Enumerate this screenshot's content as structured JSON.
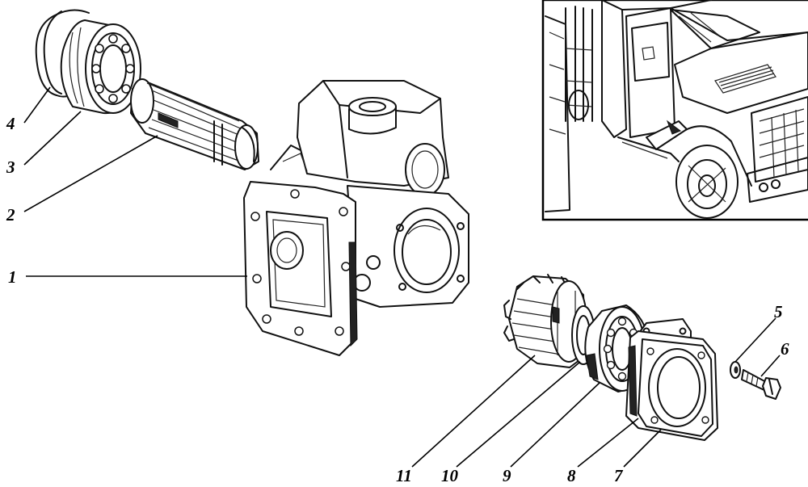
{
  "callouts": [
    {
      "id": "1",
      "text": "1",
      "part": "housing"
    },
    {
      "id": "2",
      "text": "2",
      "part": "splined-shaft"
    },
    {
      "id": "3",
      "text": "3",
      "part": "bearing-left"
    },
    {
      "id": "4",
      "text": "4",
      "part": "snap-ring"
    },
    {
      "id": "5",
      "text": "5",
      "part": "lock-washer"
    },
    {
      "id": "6",
      "text": "6",
      "part": "bolt"
    },
    {
      "id": "7",
      "text": "7",
      "part": "cover-flange"
    },
    {
      "id": "8",
      "text": "8",
      "part": "gasket"
    },
    {
      "id": "9",
      "text": "9",
      "part": "bearing-right"
    },
    {
      "id": "10",
      "text": "10",
      "part": "spacer-ring"
    },
    {
      "id": "11",
      "text": "11",
      "part": "gear"
    }
  ],
  "inset": {
    "subject": "truck-cab-front",
    "frame_color": "#000000"
  },
  "colors": {
    "ink": "#111111",
    "background": "#ffffff"
  }
}
